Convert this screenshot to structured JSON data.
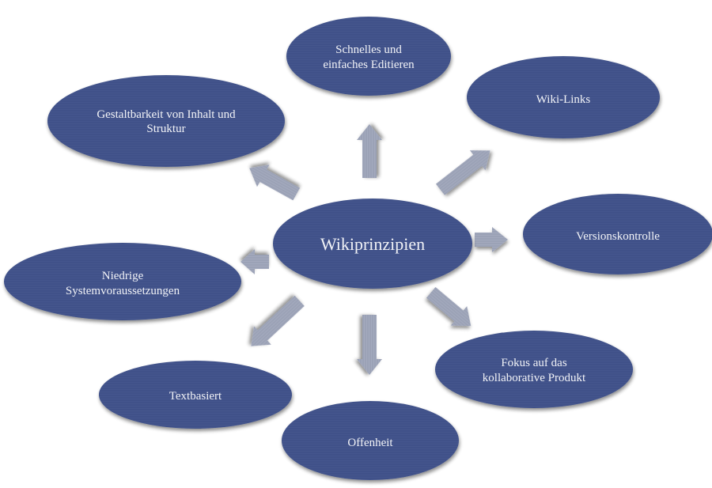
{
  "title": "Wikiprinzipien",
  "colors": {
    "node_fill": "#3f5189",
    "node_fill_dark": "#34457a",
    "arrow_fill": "#9ba2b6",
    "text": "#f2f3f7",
    "background": "#ffffff"
  },
  "center": {
    "label": "Wikiprinzipien"
  },
  "nodes": [
    {
      "id": "editing",
      "lines": [
        "Schnelles und",
        "einfaches Editieren"
      ]
    },
    {
      "id": "wiki-links",
      "lines": [
        "Wiki-Links"
      ]
    },
    {
      "id": "version-control",
      "lines": [
        "Versionskontrolle"
      ]
    },
    {
      "id": "collab-product",
      "lines": [
        "Fokus auf das",
        "kollaborative Produkt"
      ]
    },
    {
      "id": "openness",
      "lines": [
        "Offenheit"
      ]
    },
    {
      "id": "text-based",
      "lines": [
        "Textbasiert"
      ]
    },
    {
      "id": "low-requirements",
      "lines": [
        "Niedrige",
        "Systemvoraussetzungen"
      ]
    },
    {
      "id": "configurability",
      "lines": [
        "Gestaltbarkeit von Inhalt und",
        "Struktur"
      ]
    }
  ]
}
